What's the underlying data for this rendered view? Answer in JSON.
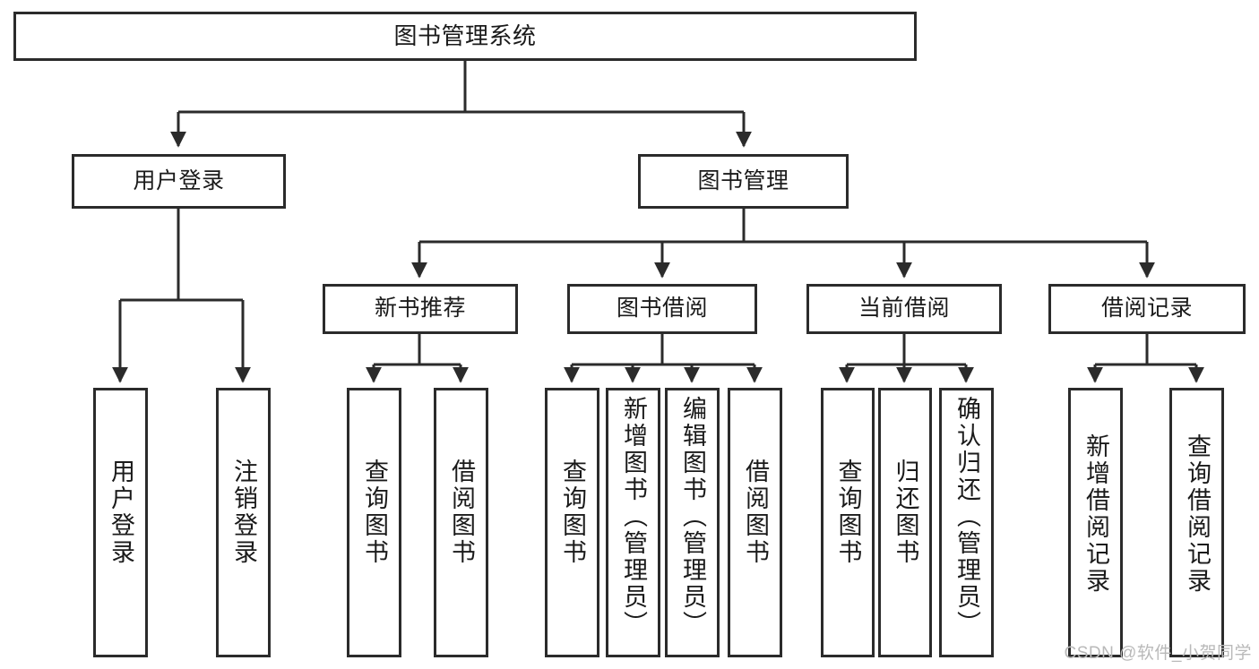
{
  "diagram": {
    "type": "tree-hierarchy",
    "title": "图书管理系统",
    "watermark": "CSDN @软件_小贺同学",
    "colors": {
      "stroke": "#2b2b2b",
      "fill": "#ffffff",
      "text": "#1a1a1a",
      "watermark": "#b9b9b9"
    },
    "nodes": {
      "root": "图书管理系统",
      "level2": [
        "用户登录",
        "图书管理"
      ],
      "level3": [
        "新书推荐",
        "图书借阅",
        "当前借阅",
        "借阅记录"
      ],
      "leaves": {
        "user_login": [
          "用户登录",
          "注销登录"
        ],
        "new_book_rec": [
          "查询图书",
          "借阅图书"
        ],
        "book_borrow": [
          "查询图书",
          "新增图书（管理员）",
          "编辑图书（管理员）",
          "借阅图书"
        ],
        "current_borrow": [
          "查询图书",
          "归还图书",
          "确认归还（管理员）"
        ],
        "borrow_record": [
          "新增借阅记录",
          "查询借阅记录"
        ]
      }
    }
  }
}
